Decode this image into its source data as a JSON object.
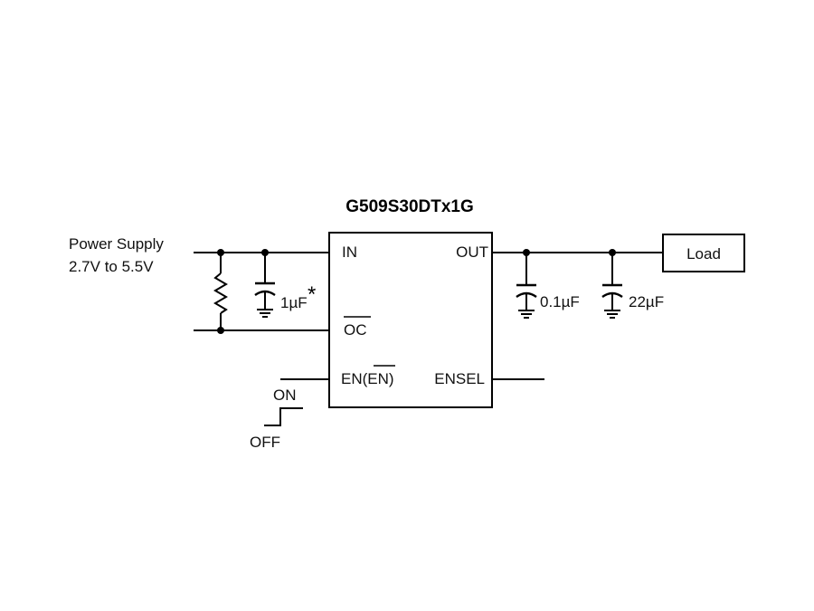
{
  "diagram": {
    "chip_name": "G509S30DTx1G",
    "pins": {
      "in": "IN",
      "out": "OUT",
      "oc": "OC",
      "en": "EN(EN)",
      "ensel": "ENSEL"
    },
    "supply": {
      "line1": "Power Supply",
      "line2": "2.7V to 5.5V"
    },
    "input_cap": "1µF",
    "input_cap_note": "*",
    "output_caps": [
      "0.1µF",
      "22µF"
    ],
    "load": "Load",
    "switch": {
      "on": "ON",
      "off": "OFF"
    }
  }
}
